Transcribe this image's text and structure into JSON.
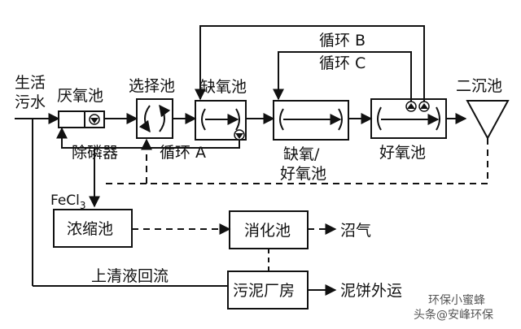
{
  "labels": {
    "influent_line1": "生活",
    "influent_line2": "污水",
    "anaerobic": "厌氧池",
    "selector": "选择池",
    "anoxic": "缺氧池",
    "anoxic_aerobic_line1": "缺氧/",
    "anoxic_aerobic_line2": "好氧池",
    "aerobic": "好氧池",
    "secondary_clarifier": "二沉池",
    "phosphorus_remover": "除磷器",
    "recycle_a": "循环 A",
    "recycle_b": "循环 B",
    "recycle_c": "循环 C",
    "fecl3_main": "FeCl",
    "fecl3_sub": "3",
    "thickener": "浓缩池",
    "digester": "消化池",
    "biogas": "沼气",
    "sludge_house": "污泥厂房",
    "sludge_cake": "泥饼外运",
    "supernatant_return": "上清液回流"
  },
  "watermark": {
    "line1": "环保小蜜蜂",
    "line2": "头条@安峰环保"
  }
}
